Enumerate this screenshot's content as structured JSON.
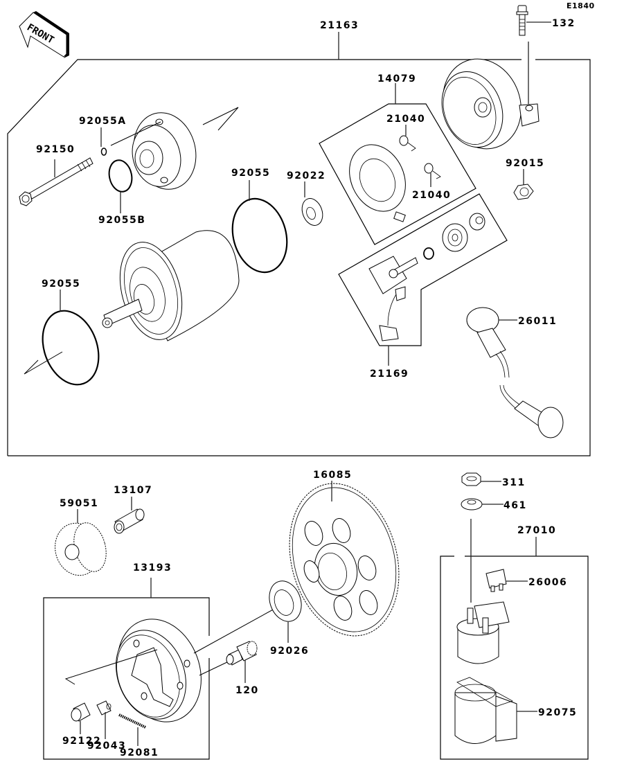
{
  "diagram": {
    "code": "E1840",
    "front_indicator": "FRONT",
    "groups": {
      "starter_motor_assy": "21163",
      "brush_holder_set": "14079",
      "terminal_set": "21169",
      "torque_limiter_assy": "13193",
      "starter_relay_assy": "27010"
    },
    "parts": {
      "bolt_top": "132",
      "oring_a": "92055A",
      "oring_b": "92055B",
      "bolt_long": "92150",
      "oring_mid": "92055",
      "oring_left": "92055",
      "washer": "92022",
      "brush_1": "21040",
      "brush_2": "21040",
      "nut": "92015",
      "cable": "26011",
      "idle_gear": "59051",
      "collar": "13107",
      "starter_gear": "16085",
      "washer_large": "92026",
      "bolt_120": "120",
      "roller": "92122",
      "plunger": "92043",
      "spring": "92081",
      "nut_311": "311",
      "washer_461": "461",
      "fuse": "26006",
      "relay_cover": "92075"
    }
  }
}
